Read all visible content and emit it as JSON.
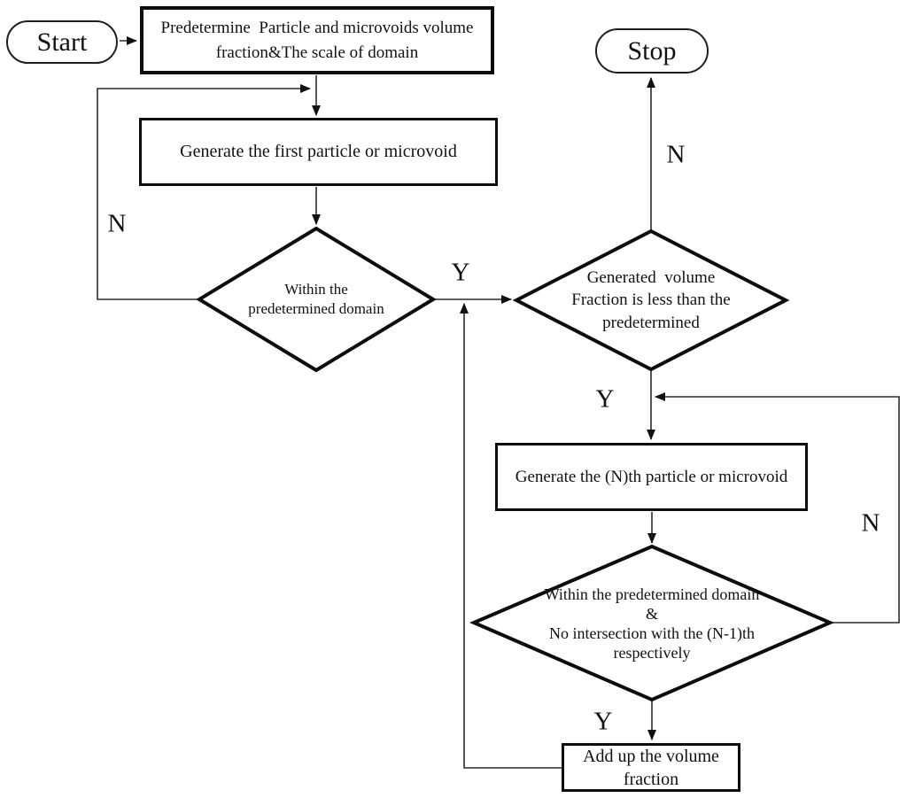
{
  "colors": {
    "background": "#ffffff",
    "ink": "#111111",
    "shape_border": "#0d0d0d",
    "connector": "#2b2b2b"
  },
  "nodes": {
    "start": {
      "label": "Start"
    },
    "stop": {
      "label": "Stop"
    },
    "predetermine": {
      "lines": [
        "Predetermine  Particle and microvoids volume",
        "fraction&The scale of domain"
      ]
    },
    "generate_first": {
      "label": "Generate the first particle or microvoid"
    },
    "within_domain": {
      "lines": [
        "Within the",
        "predetermined domain"
      ]
    },
    "fraction_check": {
      "lines": [
        "Generated  volume",
        "Fraction is less than the",
        "predetermined"
      ]
    },
    "generate_nth": {
      "label": "Generate the (N)th particle or microvoid"
    },
    "intersection_check": {
      "lines": [
        "Within the predetermined domain",
        "&",
        "No intersection with the (N-1)th",
        "respectively"
      ]
    },
    "add_up": {
      "lines": [
        "Add up the volume",
        "fraction"
      ]
    }
  },
  "edge_labels": {
    "n_regenerate_first": "N",
    "y_within_domain": "Y",
    "n_to_stop": "N",
    "y_fraction_less": "Y",
    "n_regenerate_nth": "N",
    "y_add_up": "Y"
  }
}
